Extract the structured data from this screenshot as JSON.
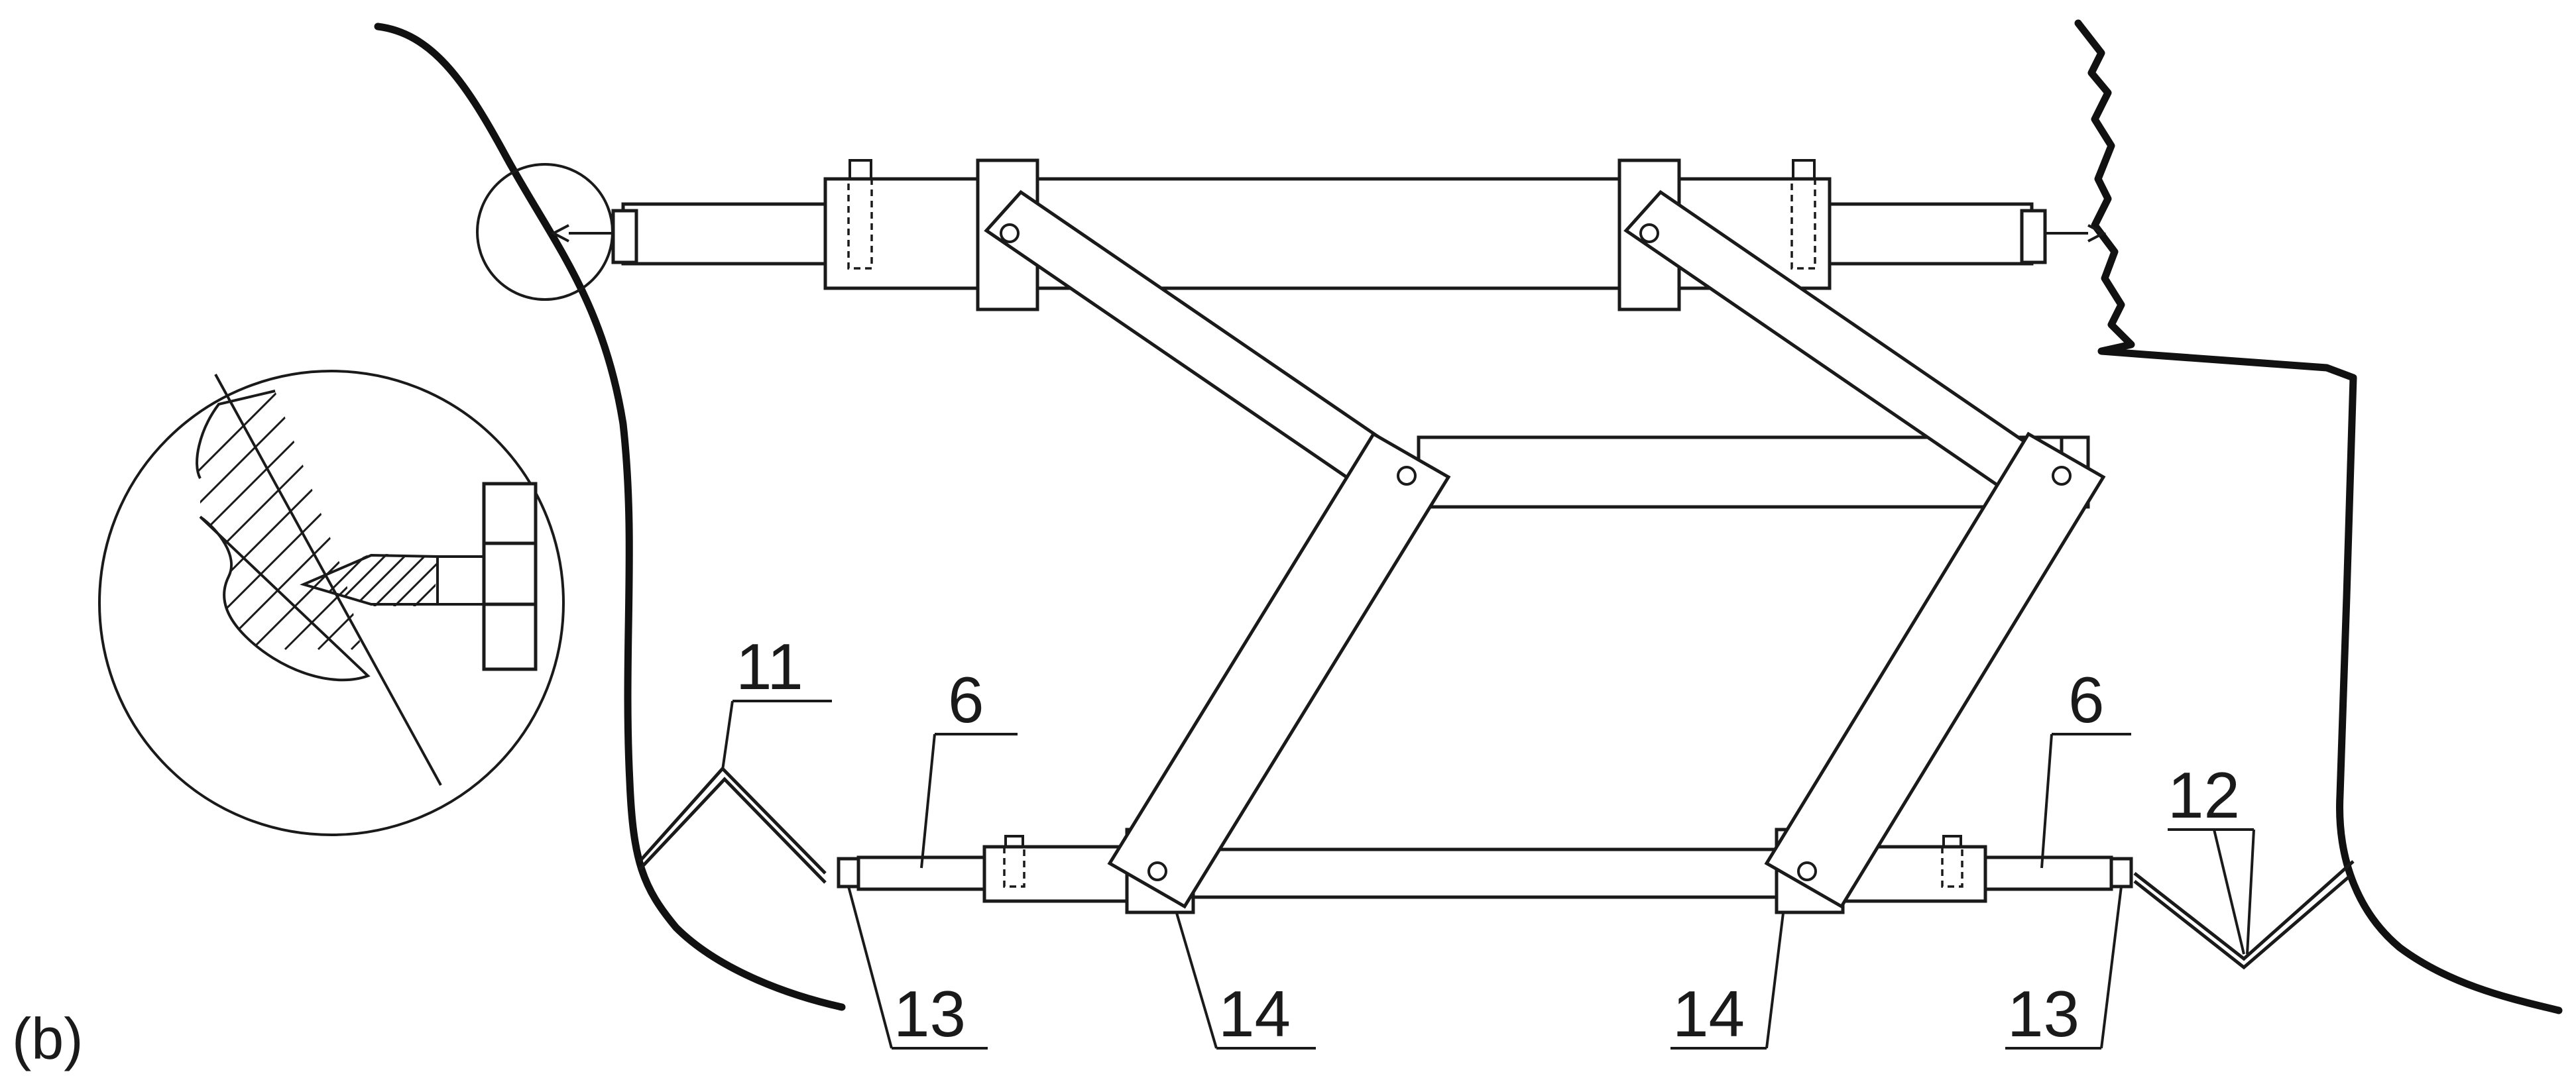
{
  "diagram": {
    "figure_label": "(b)",
    "callouts": {
      "c11": "11",
      "c6_left": "6",
      "c6_right": "6",
      "c12": "12",
      "c13_left": "13",
      "c14_left": "14",
      "c14_right": "14",
      "c13_right": "13"
    }
  }
}
